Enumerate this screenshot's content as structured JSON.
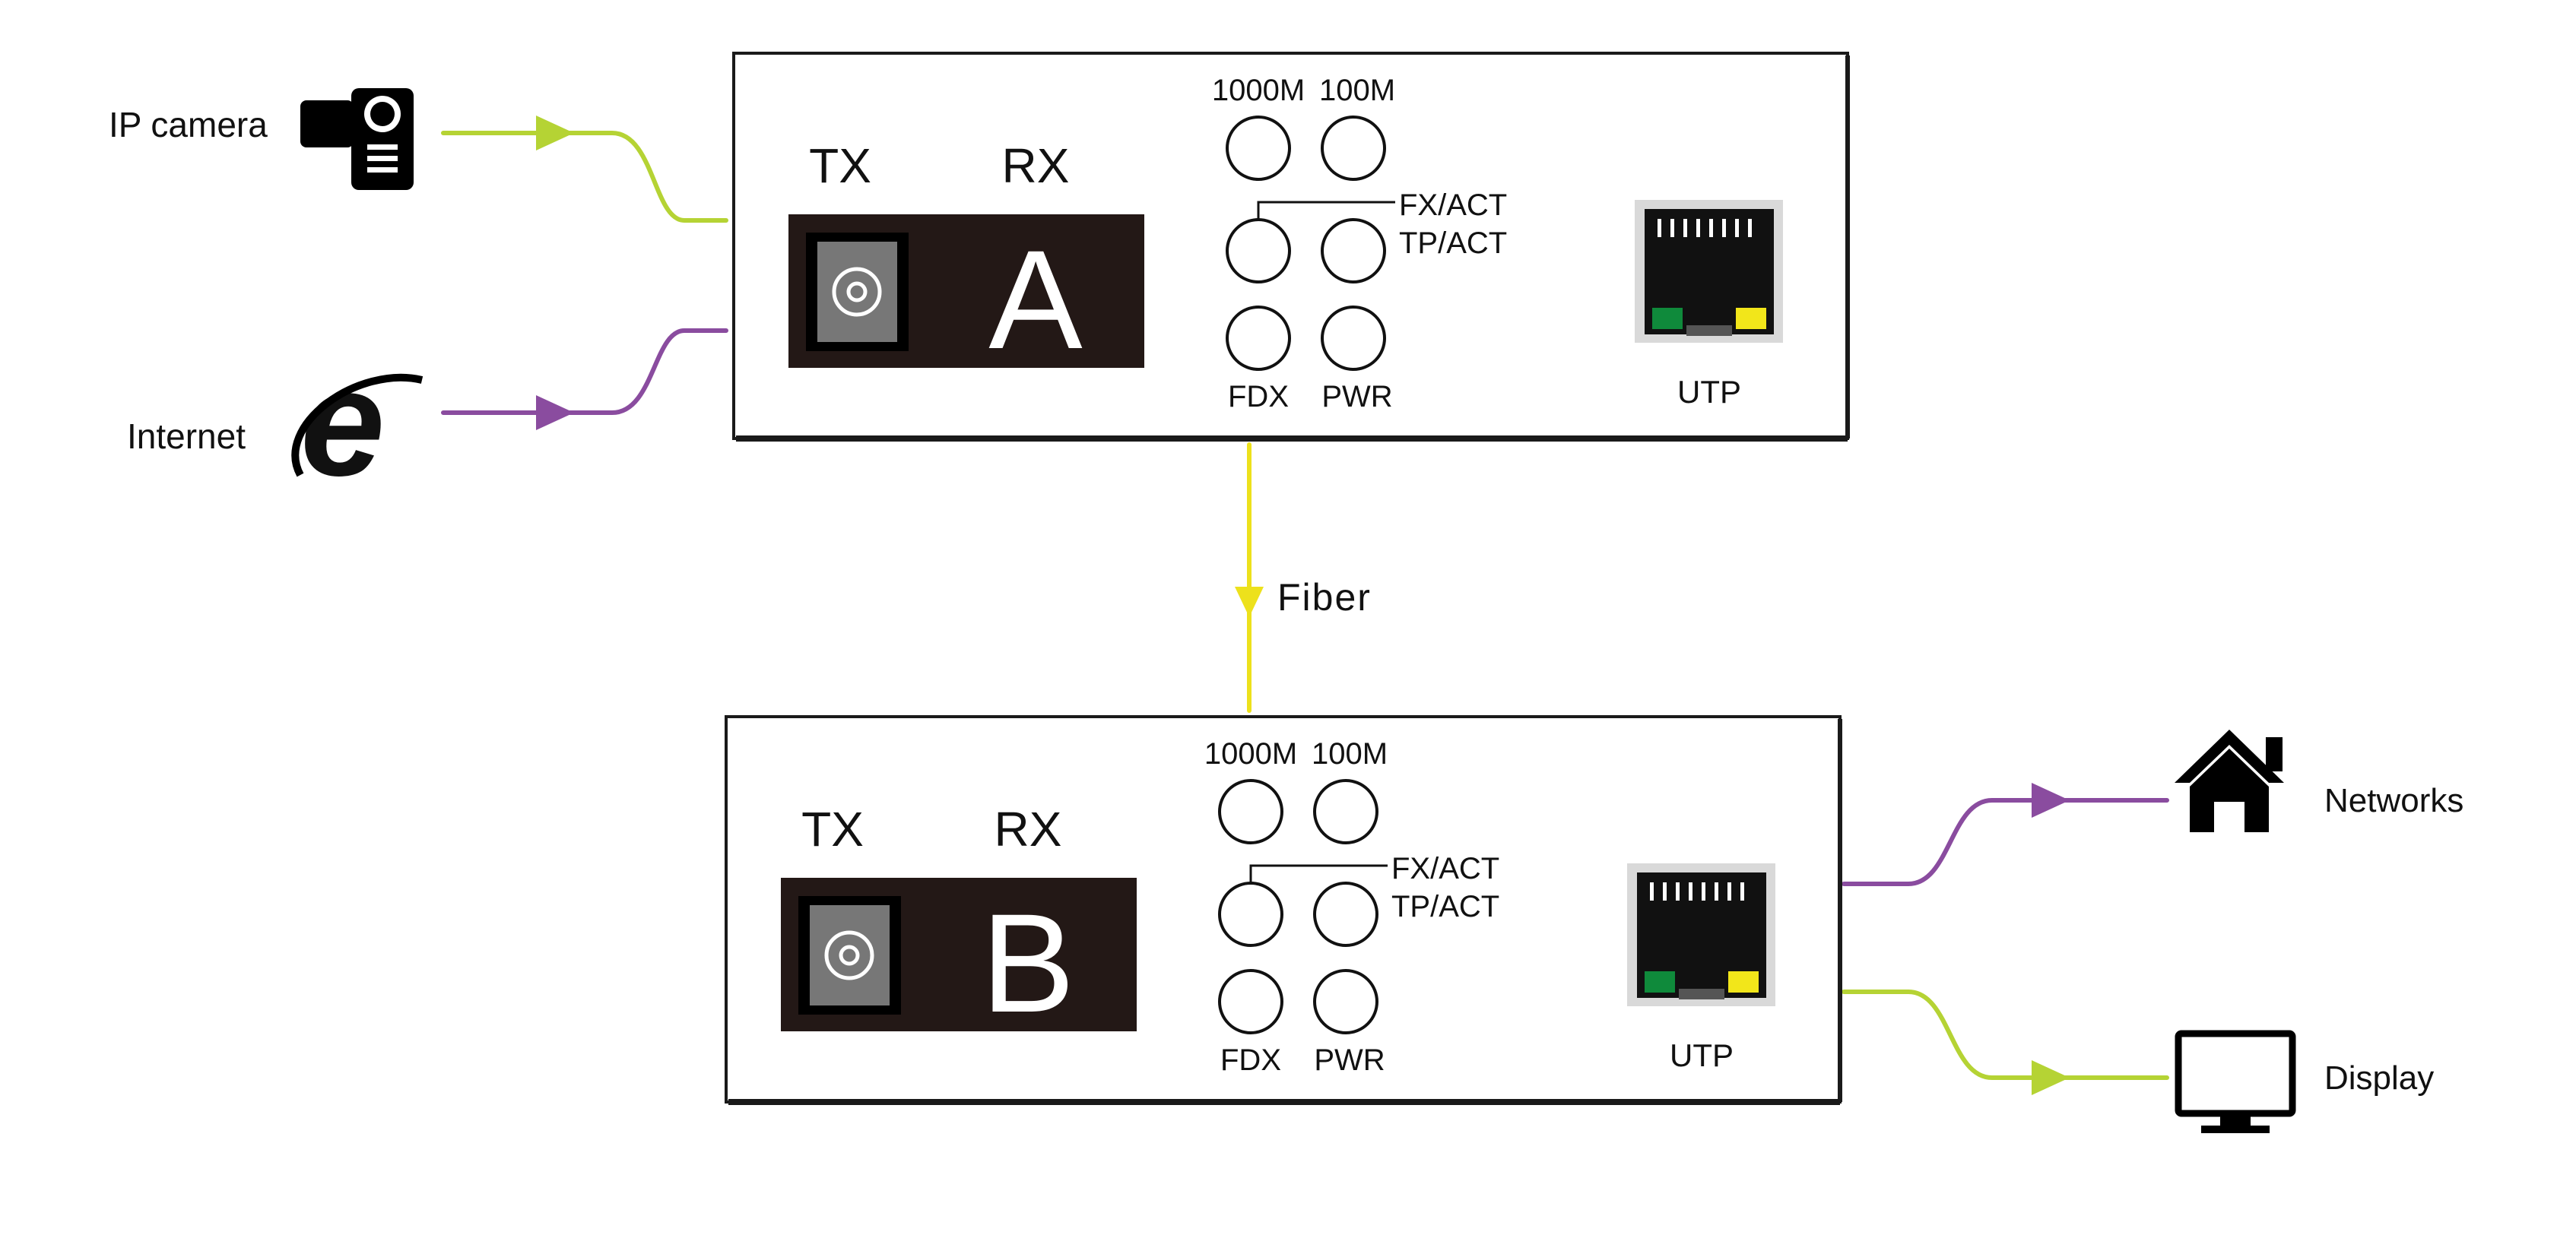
{
  "external_devices": {
    "ip_camera": {
      "label": "IP camera",
      "icon": "video-camera-icon"
    },
    "internet": {
      "label": "Internet",
      "icon": "internet-explorer-icon"
    },
    "networks": {
      "label": "Networks",
      "icon": "house-icon"
    },
    "display": {
      "label": "Display",
      "icon": "monitor-icon"
    }
  },
  "link": {
    "label": "Fiber"
  },
  "converters": [
    {
      "unit_letter": "A",
      "tx_label": "TX",
      "rx_label": "RX",
      "led_labels": {
        "speed_1000": "1000M",
        "speed_100": "100M",
        "fx_act": "FX/ACT",
        "tp_act": "TP/ACT",
        "fdx": "FDX",
        "pwr": "PWR"
      },
      "port_label": "UTP"
    },
    {
      "unit_letter": "B",
      "tx_label": "TX",
      "rx_label": "RX",
      "led_labels": {
        "speed_1000": "1000M",
        "speed_100": "100M",
        "fx_act": "FX/ACT",
        "tp_act": "TP/ACT",
        "fdx": "FDX",
        "pwr": "PWR"
      },
      "port_label": "UTP"
    }
  ],
  "colors": {
    "green_line": "#b5d334",
    "purple_line": "#8a4c9f",
    "fiber_line": "#ede11c",
    "panel_dark": "#231816",
    "port_gray": "#777777",
    "led_green": "#0f8a3b",
    "led_yellow": "#f2e61a"
  }
}
